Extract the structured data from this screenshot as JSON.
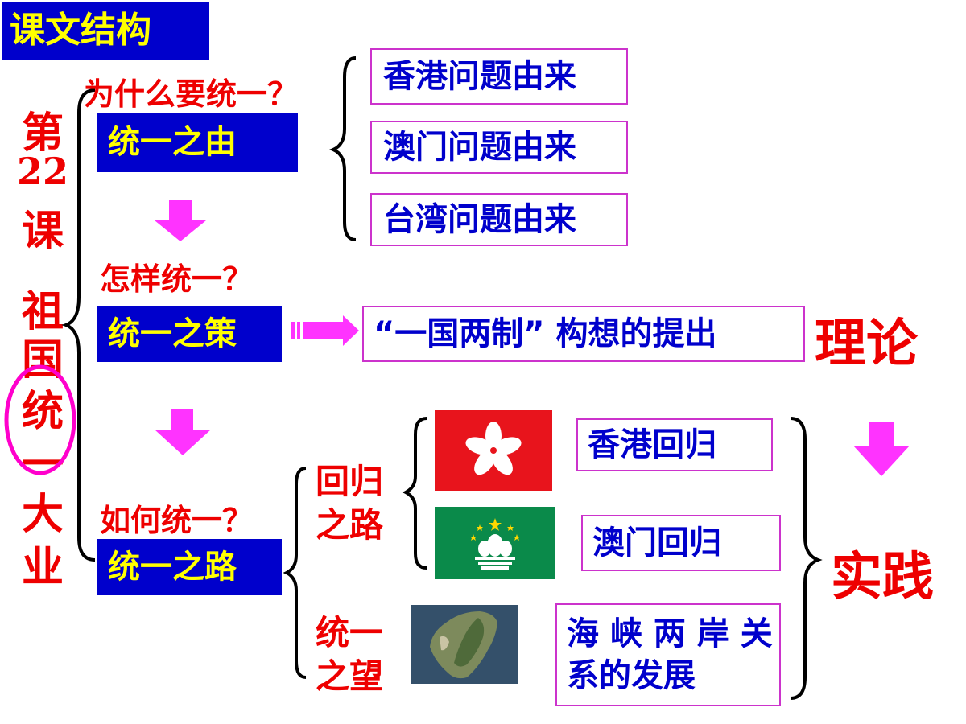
{
  "header": {
    "title": "课文结构"
  },
  "lesson_title": [
    "第",
    "22",
    "课",
    "祖",
    "国",
    "统",
    "一",
    "大",
    "业"
  ],
  "questions": {
    "why": "为什么要统一？",
    "how": "怎样统一？",
    "how_way": "如何统一？"
  },
  "stages": {
    "reason": "统一之由",
    "policy": "统一之策",
    "path": "统一之路"
  },
  "origins": [
    "香港问题由来",
    "澳门问题由来",
    "台湾问题由来"
  ],
  "policy_item": "“一国两制” 构想的提出",
  "theory_label": "理论",
  "practice_label": "实践",
  "return_path": [
    "回归",
    "之路"
  ],
  "hope": [
    "统一",
    "之望"
  ],
  "returns": [
    "香港回归",
    "澳门回归"
  ],
  "cross_strait": [
    "海 峡 两 岸 关",
    "系的发展"
  ],
  "colors": {
    "blue_box": "#0000cc",
    "yellow_text": "#ffff00",
    "red_text": "#ee0000",
    "magenta": "#ff33ff",
    "hk_flag": "#e8141c",
    "macau_flag": "#0a8a4a"
  },
  "icons": [
    "down-arrow-icon",
    "right-arrow-icon",
    "hong-kong-flag-icon",
    "macau-flag-icon",
    "taiwan-satellite-image"
  ]
}
